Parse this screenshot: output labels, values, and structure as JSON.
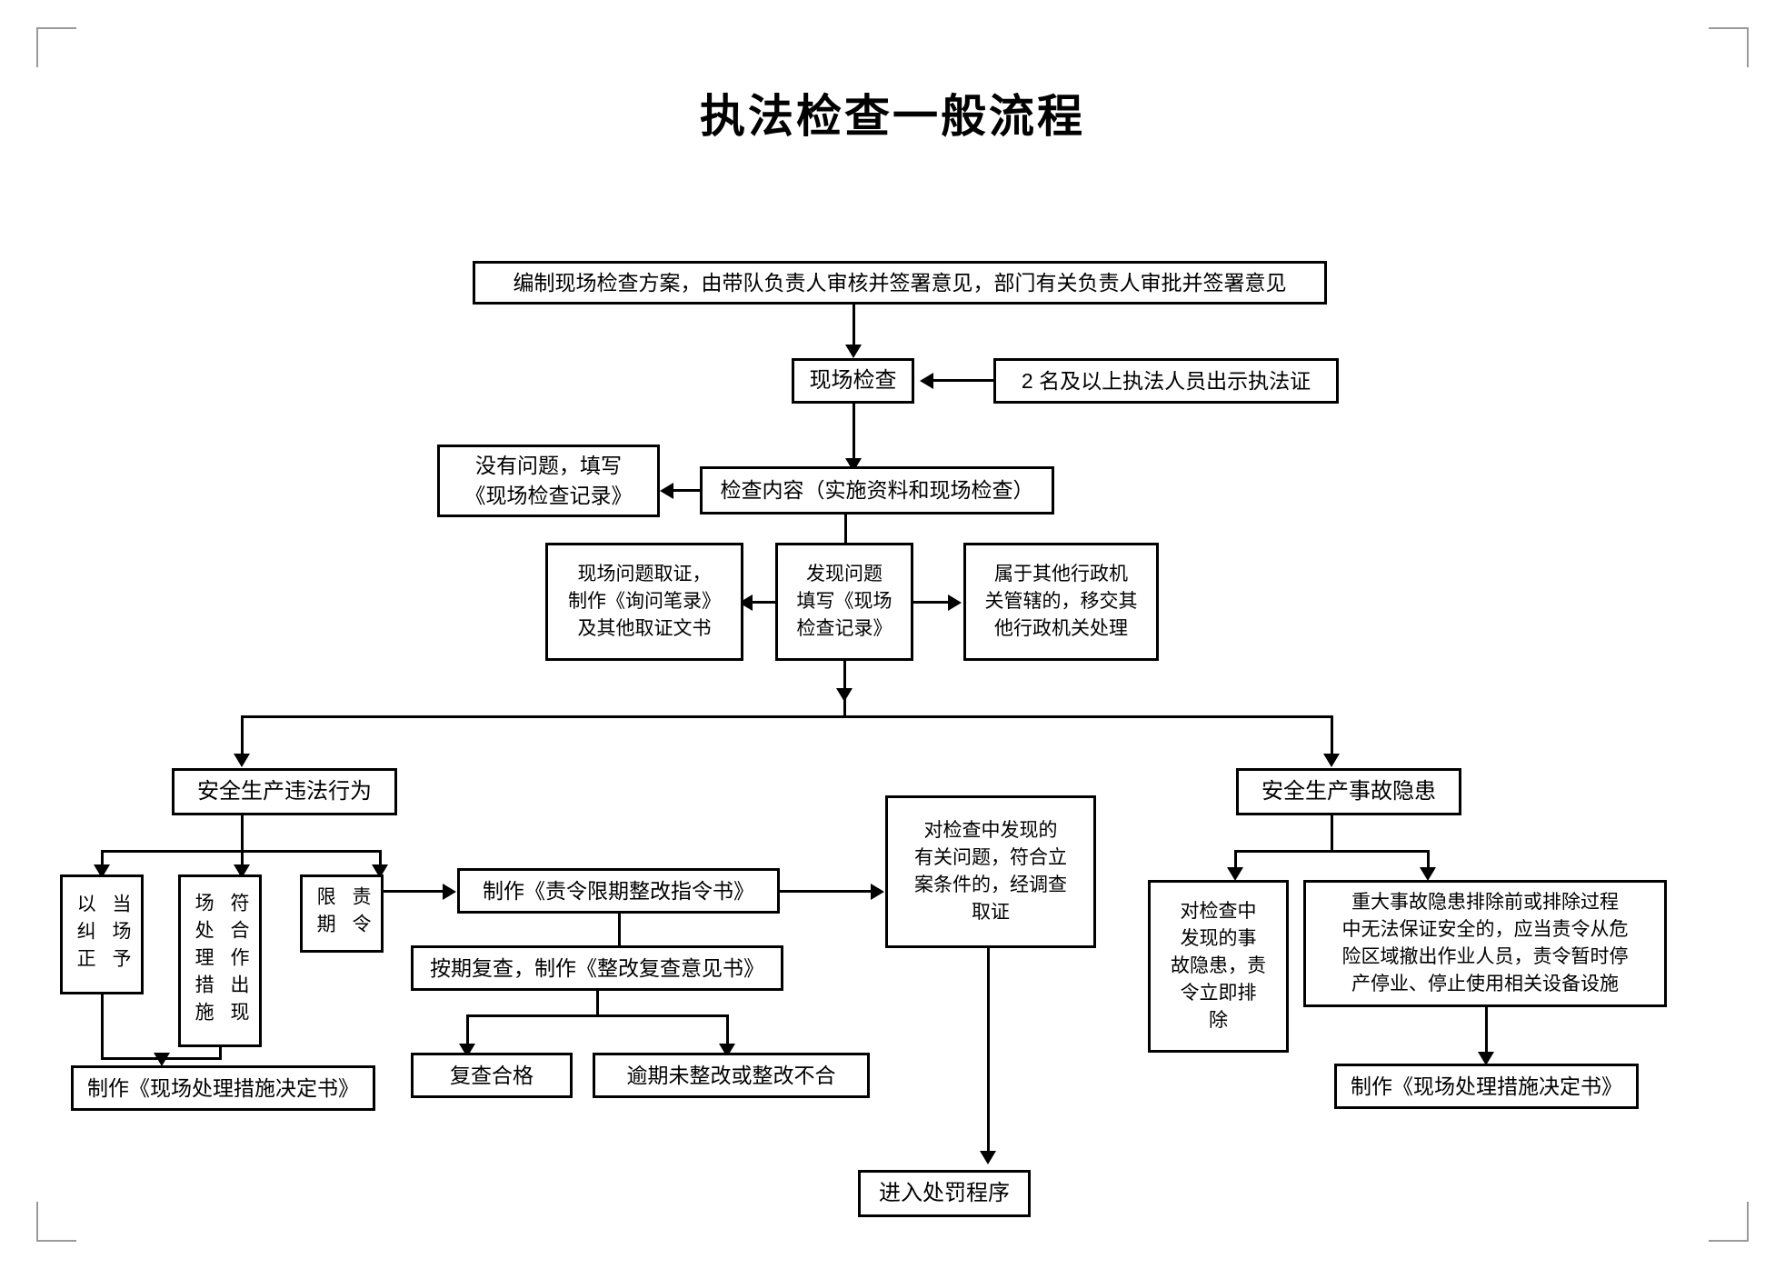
{
  "document": {
    "title": "执法检查一般流程"
  },
  "nodes": {
    "plan": "编制现场检查方案，由带队负责人审核并签署意见，部门有关负责人审批并签署意见",
    "onsite_inspection": "现场检查",
    "show_credentials": "2 名及以上执法人员出示执法证",
    "inspection_content": "检查内容（实施资料和现场检查）",
    "no_problem": "没有问题，填写\n《现场检查记录》",
    "evidence_collection": "现场问题取证，\n制作《询问笔录》\n及其他取证文书",
    "problem_found": "发现问题\n填写《现场\n检查记录》",
    "transfer_other_agency": "属于其他行政机\n关管辖的，移交其\n他行政机关处理",
    "illegal_act": "安全生产违法行为",
    "accident_hazard": "安全生产事故隐患",
    "correct_onsite": "当场予以纠正",
    "onsite_measures": "符合作出现场处理措施",
    "order_deadline": "责令限期",
    "rectification_order": "制作《责令限期整改指令书》",
    "recheck_opinion": "按期复查，制作《整改复查意见书》",
    "recheck_pass": "复查合格",
    "recheck_fail": "逾期未整改或整改不合",
    "decision_doc_left": "制作《现场处理措施决定书》",
    "case_filing": "对检查中发现的\n有关问题，符合立\n案条件的，经调查\n取证",
    "penalty_procedure": "进入处罚程序",
    "hazard_immediate": "对检查中\n发现的事\n故隐患，责\n令立即排\n除",
    "major_hazard": "重大事故隐患排除前或排除过程\n中无法保证安全的，应当责令从危\n险区域撤出作业人员，责令暂时停\n产停业、停止使用相关设备设施",
    "decision_doc_right": "制作《现场处理措施决定书》"
  },
  "colors": {
    "stroke": "#000000",
    "background": "#ffffff",
    "crop_mark": "#9a9a9a"
  }
}
